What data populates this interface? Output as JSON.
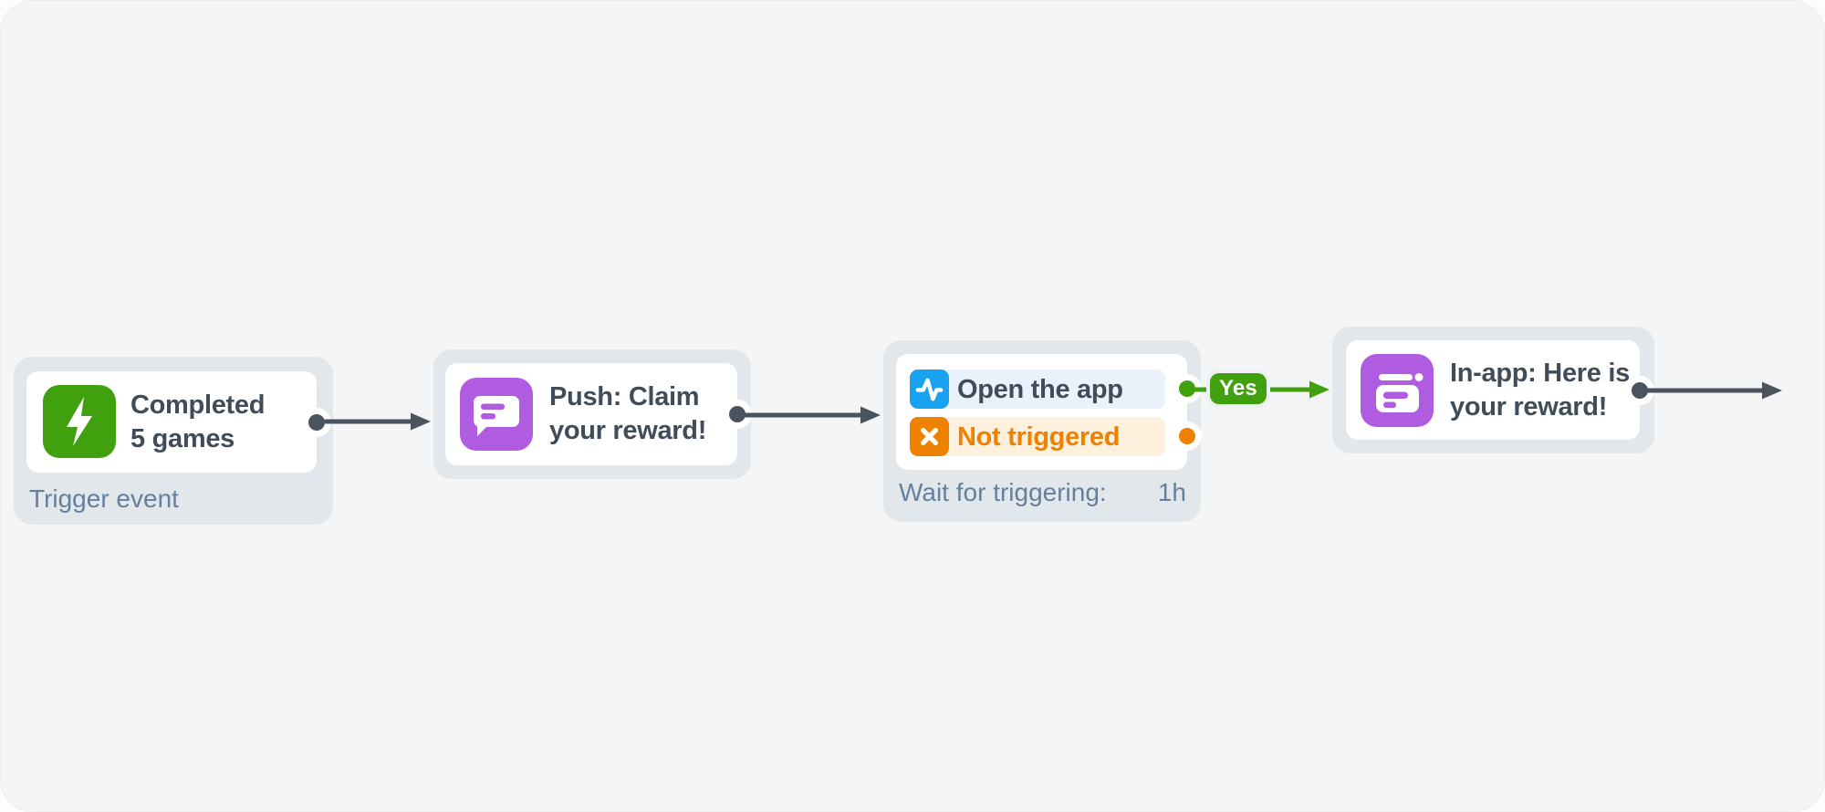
{
  "flow": {
    "nodes": [
      {
        "type": "trigger-event",
        "title_line1": "Completed",
        "title_line2": "5 games",
        "footer": "Trigger event",
        "icon": "lightning-icon",
        "icon_color": "#41A00E"
      },
      {
        "type": "push-message",
        "title_line1": "Push: Claim",
        "title_line2": "your reward!",
        "icon": "chat-bubble-icon",
        "icon_color": "#AF5CE0"
      },
      {
        "type": "wait-for-trigger",
        "rows": [
          {
            "label": "Open the app",
            "icon": "activity-pulse-icon",
            "icon_color": "#18A2F0",
            "row_bg": "#E9F1FB",
            "text_color": "#414C59",
            "port_color": "#41A00E"
          },
          {
            "label": "Not triggered",
            "icon": "x-mark-icon",
            "icon_color": "#EE8100",
            "row_bg": "#FDF0DC",
            "text_color": "#EE8100",
            "port_color": "#EE8100"
          }
        ],
        "footer_label": "Wait for triggering:",
        "footer_value": "1h"
      },
      {
        "type": "inapp-message",
        "title_line1": "In-app: Here is",
        "title_line2": "your reward!",
        "icon": "inapp-banner-icon",
        "icon_color": "#AF5CE0"
      }
    ],
    "edge_labels": {
      "yes": "Yes"
    },
    "colors": {
      "page_bg": "#FCFDFD",
      "canvas_bg": "#F4F5F6",
      "node_frame_bg": "#E2E7EB",
      "card_bg": "#FFFFFF",
      "title_text": "#414C59",
      "muted_label_text": "#64809C",
      "connector_dark": "#4A545F",
      "green": "#41A00E",
      "orange": "#EE8100",
      "blue": "#18A2F0",
      "purple": "#AF5CE0",
      "row_blue_bg": "#E9F1FB",
      "row_orange_bg": "#FDF0DC"
    }
  }
}
